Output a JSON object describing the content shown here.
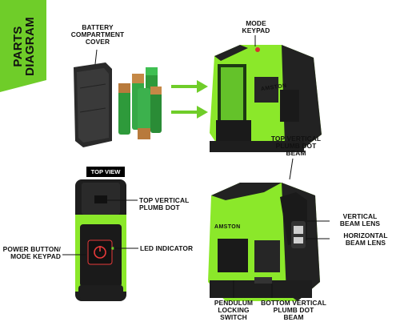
{
  "badge": {
    "text": "PARTS\nDIAGRAM",
    "bg": "#6fcd29"
  },
  "colors": {
    "device_green": "#8be82a",
    "arrow_green": "#6fcd29",
    "device_black": "#1f1f1f",
    "ink": "#111111"
  },
  "top_view_tag": "TOP VIEW",
  "brand": "AMSTON",
  "labels": {
    "battery_cover": "BATTERY\nCOMPARTMENT\nCOVER",
    "mode_keypad": "MODE\nKEYPAD",
    "top_vertical_plumb_dot": "TOP VERTICAL\nPLUMB DOT",
    "power_button": "POWER BUTTON/\nMODE KEYPAD",
    "led_indicator": "LED INDICATOR",
    "top_vertical_beam": "TOP VERTICAL\nPLUMB DOT\nBEAM",
    "vertical_beam_lens": "VERTICAL\nBEAM LENS",
    "horizontal_beam_lens": "HORIZONTAL\nBEAM LENS",
    "pendulum_switch": "PENDULUM\nLOCKING\nSWITCH",
    "bottom_vertical_beam": "BOTTOM VERTICAL\nPLUMB DOT\nBEAM"
  },
  "icons": [
    "arrow-right-icon",
    "power-icon",
    "battery-icon",
    "laser-level-device-icon"
  ]
}
